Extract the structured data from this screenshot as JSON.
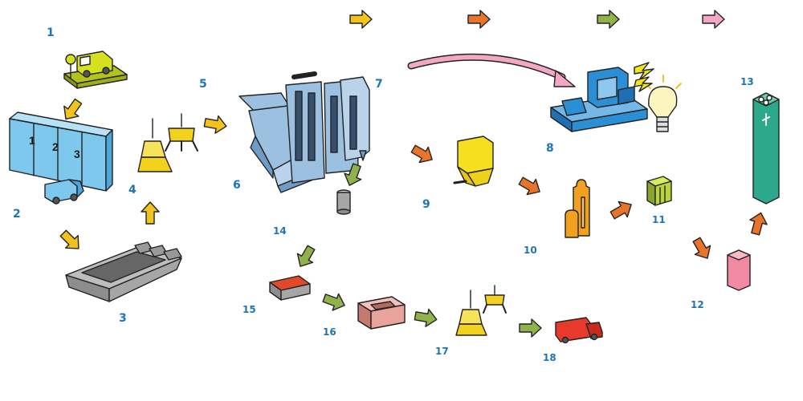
{
  "diagram": {
    "steps": [
      {
        "id": 1,
        "label": "1",
        "icon": "truck-scale-icon"
      },
      {
        "id": 2,
        "label": "2",
        "icon": "platform-garbage-truck-icon"
      },
      {
        "id": 3,
        "label": "3",
        "icon": "refuse-pit-icon"
      },
      {
        "id": 4,
        "label": "4",
        "icon": "refuse-crane-icon"
      },
      {
        "id": 5,
        "label": "5",
        "icon": "feed-arrow-icon"
      },
      {
        "id": 6,
        "label": "6",
        "icon": "incinerator-icon"
      },
      {
        "id": 7,
        "label": "7",
        "icon": "boiler-icon"
      },
      {
        "id": 8,
        "label": "8",
        "icon": "turbine-generator-icon"
      },
      {
        "id": 9,
        "label": "9",
        "icon": "bag-filter-icon"
      },
      {
        "id": 10,
        "label": "10",
        "icon": "gas-treatment-tanks-icon"
      },
      {
        "id": 11,
        "label": "11",
        "icon": "catalyst-unit-icon"
      },
      {
        "id": 12,
        "label": "12",
        "icon": "induced-fan-icon"
      },
      {
        "id": 13,
        "label": "13",
        "icon": "stack-icon"
      },
      {
        "id": 14,
        "label": "14",
        "icon": "ash-container-icon"
      },
      {
        "id": 15,
        "label": "15",
        "icon": "ash-pit-icon"
      },
      {
        "id": 16,
        "label": "16",
        "icon": "ash-bunker-icon"
      },
      {
        "id": 17,
        "label": "17",
        "icon": "ash-crane-icon"
      },
      {
        "id": 18,
        "label": "18",
        "icon": "ash-truck-icon"
      }
    ],
    "legend_arrow_colors": [
      "#f3c21c",
      "#e8742a",
      "#8fb24a",
      "#f2a8c4"
    ],
    "colors": {
      "outline": "#222222",
      "number": "#1f73b7",
      "arrow_yellow": "#f3c21c",
      "arrow_orange": "#e8742a",
      "arrow_green": "#8fb24a",
      "arrow_pink": "#f2a8c4",
      "truck_yellow": "#d6e11e",
      "platform_blue": "#7ec8ee",
      "pit_gray": "#9a9a9a",
      "furnace_blue": "#9cc0e0",
      "generator_blue": "#2b8fd6",
      "filter_yellow": "#f5df1e",
      "tank_orange": "#f2a01e",
      "catalyst_green": "#b9d53a",
      "fan_pink": "#f28aa4",
      "stack_teal": "#2ca88a",
      "ash_red": "#e04a2a",
      "bunker_pink": "#e8a39a",
      "truck_red": "#e83a2a"
    }
  }
}
